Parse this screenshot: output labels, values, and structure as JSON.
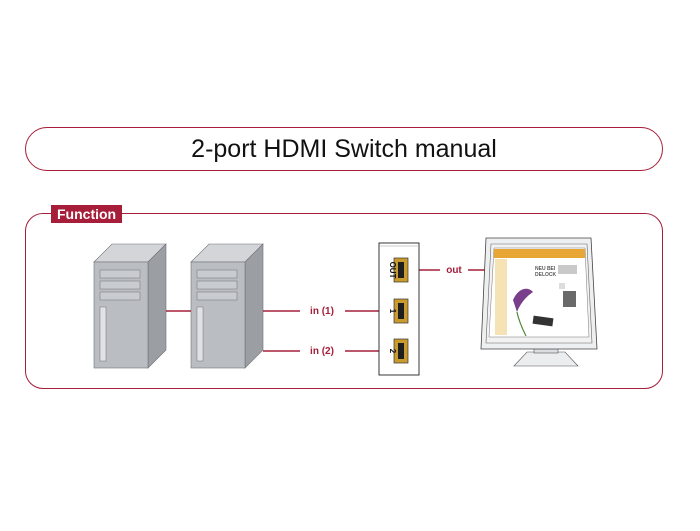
{
  "title": "2-port HDMI Switch manual",
  "section": {
    "label": "Function"
  },
  "connections": {
    "input_1": "in (1)",
    "input_2": "in (2)",
    "output": "out"
  },
  "switch_ports": {
    "out": "OUT",
    "port_1": "1",
    "port_2": "2"
  },
  "monitor_screen": {
    "headline_line1": "NEU BEI",
    "headline_line2": "DELOCK"
  },
  "colors": {
    "accent": "#a61e3a",
    "tower": "#b9bcc1",
    "hdmi_gold": "#c99a2e"
  }
}
